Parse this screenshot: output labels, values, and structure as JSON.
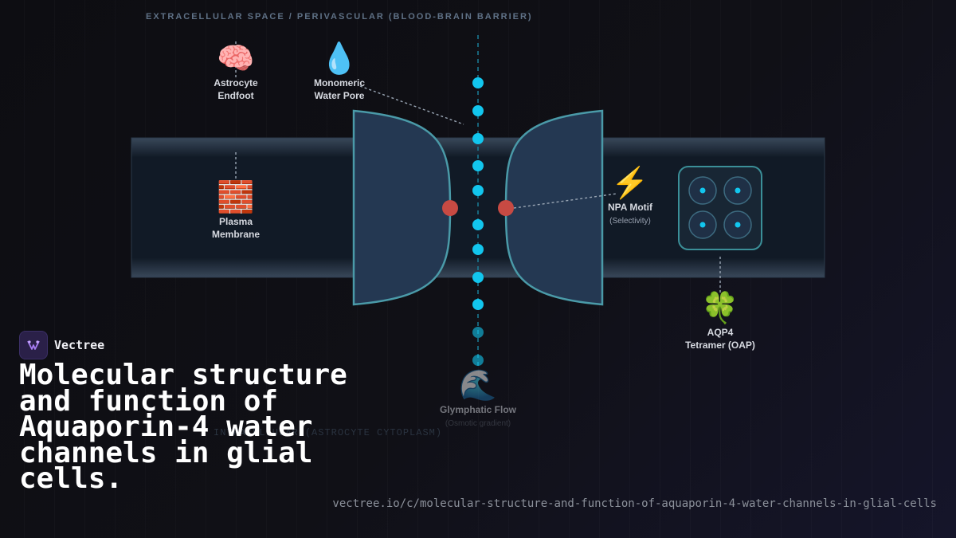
{
  "header": {
    "caption": "EXTRACELLULAR SPACE / PERIVASCULAR (BLOOD-BRAIN BARRIER)"
  },
  "labels": {
    "astrocyte": {
      "icon": "🧠",
      "icon_name": "brain-icon",
      "name": "Astrocyte\nEndfoot"
    },
    "pore": {
      "icon": "💧",
      "icon_name": "water-drop-icon",
      "name": "Monomeric\nWater Pore"
    },
    "membrane": {
      "icon": "🧱",
      "icon_name": "brick-icon",
      "name": "Plasma\nMembrane"
    },
    "npa": {
      "icon": "⚡",
      "icon_name": "lightning-icon",
      "name": "NPA Motif",
      "sub": "(Selectivity)"
    },
    "aqp4": {
      "icon": "🍀",
      "icon_name": "clover-icon",
      "name": "AQP4\nTetramer (OAP)"
    },
    "glymphatic": {
      "icon": "🌊",
      "icon_name": "wave-icon",
      "name": "Glymphatic Flow",
      "sub": "(Osmotic gradient)"
    }
  },
  "faded_caption": "INTRACELLULAR (ASTROCYTE CYTOPLASM)",
  "brand": {
    "name": "Vectree"
  },
  "title": "Molecular structure and function of Aquaporin-4 water channels in glial cells.",
  "url": "vectree.io/c/molecular-structure-and-function-of-aquaporin-4-water-channels-in-glial-cells",
  "colors": {
    "membrane_band": "#0f1620",
    "half_fill": "#243852",
    "half_stroke": "#4a9aa8",
    "water": "#12c6ee",
    "npa": "#c74a43",
    "tetramer_stroke": "#3b8f98"
  }
}
